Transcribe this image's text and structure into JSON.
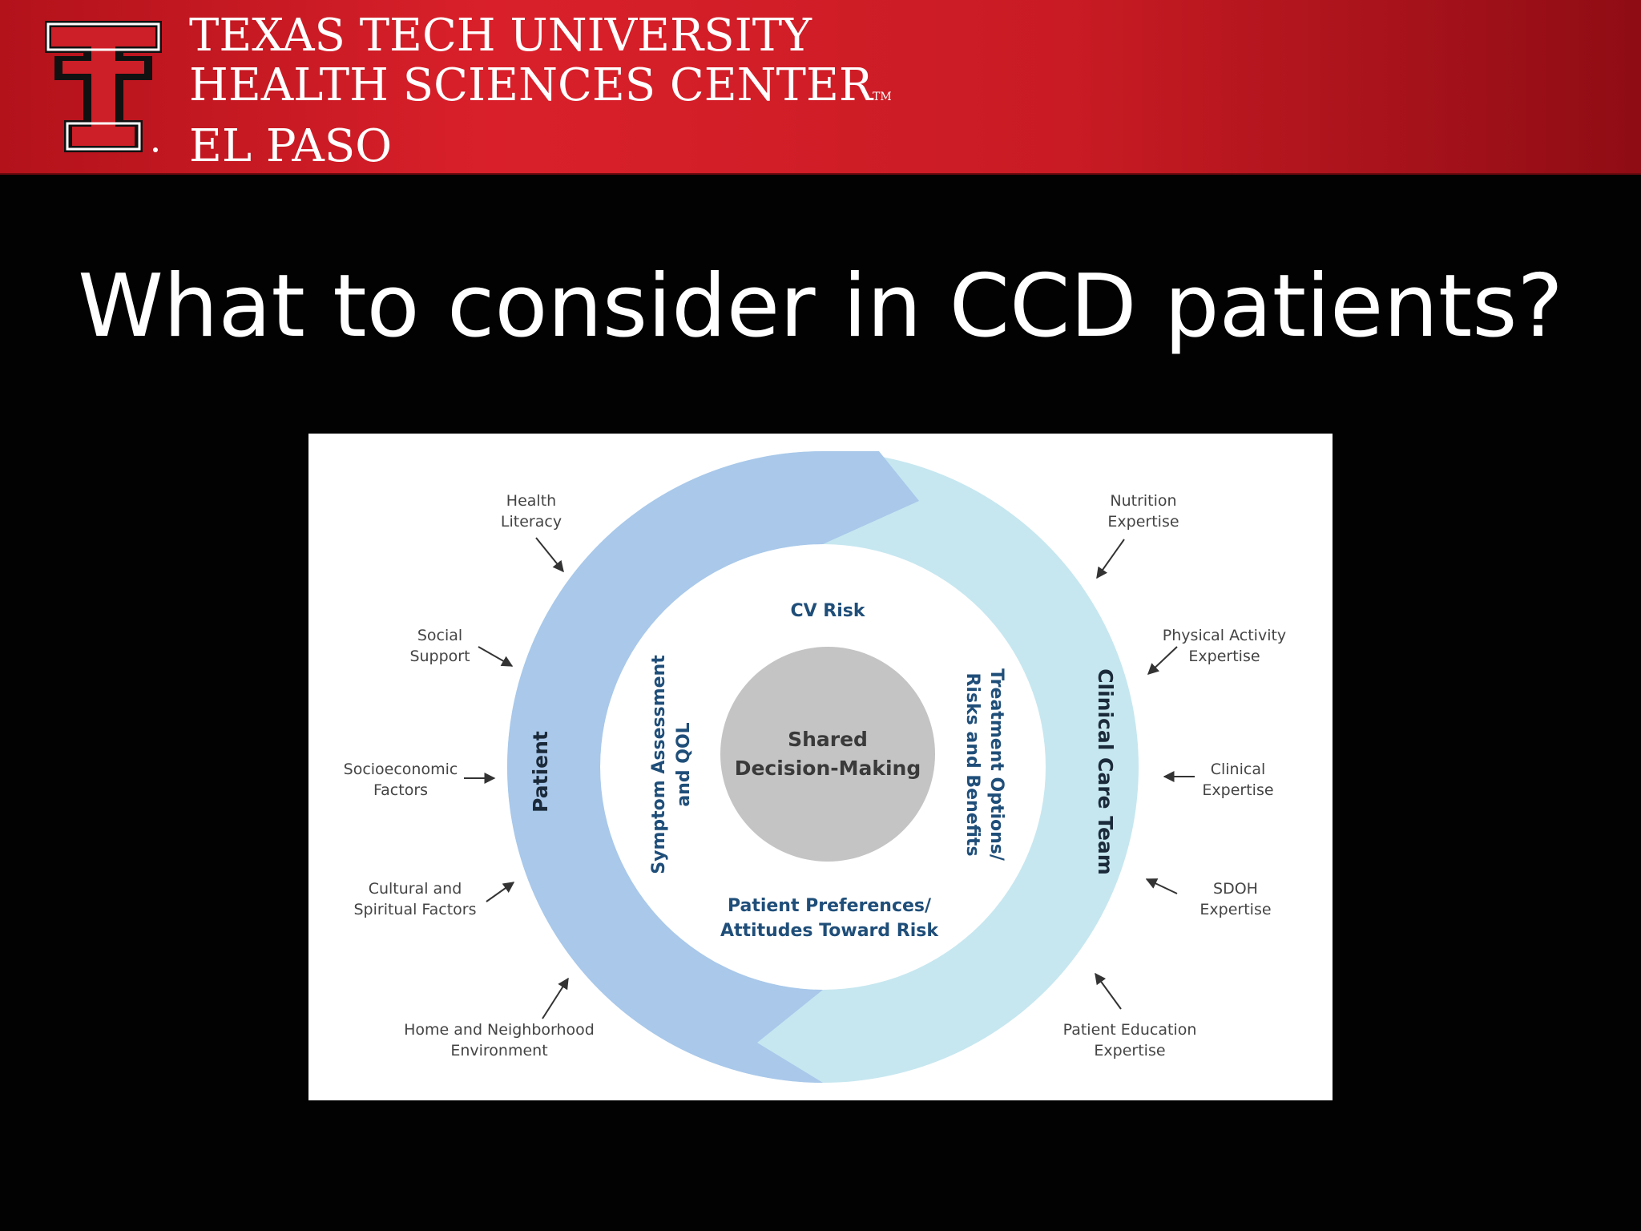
{
  "header": {
    "line1": "TEXAS TECH UNIVERSITY",
    "line2": "HEALTH SCIENCES CENTER",
    "tm": "TM",
    "line3": "EL PASO",
    "logo": "double-t-logo",
    "colors": {
      "banner": "#c91b24",
      "logo_black": "#111111",
      "logo_red": "#cc1f27"
    }
  },
  "slide": {
    "title": "What to consider in CCD patients?"
  },
  "diagram": {
    "center": {
      "line1": "Shared",
      "line2": "Decision-Making"
    },
    "inner": {
      "top": "CV Risk",
      "left_line1": "Symptom Assessment",
      "left_line2": "and QOL",
      "right_line1": "Treatment Options/",
      "right_line2": "Risks and Benefits",
      "bottom_line1": "Patient Preferences/",
      "bottom_line2": "Attitudes Toward Risk"
    },
    "ring": {
      "left_label": "Patient",
      "right_label": "Clinical Care Team"
    },
    "patient_factors": [
      {
        "line1": "Health",
        "line2": "Literacy"
      },
      {
        "line1": "Social",
        "line2": "Support"
      },
      {
        "line1": "Socioeconomic",
        "line2": "Factors"
      },
      {
        "line1": "Cultural and",
        "line2": "Spiritual Factors"
      },
      {
        "line1": "Home and Neighborhood",
        "line2": "Environment"
      }
    ],
    "team_factors": [
      {
        "line1": "Nutrition",
        "line2": "Expertise"
      },
      {
        "line1": "Physical Activity",
        "line2": "Expertise"
      },
      {
        "line1": "Clinical",
        "line2": "Expertise"
      },
      {
        "line1": "SDOH",
        "line2": "Expertise"
      },
      {
        "line1": "Patient Education",
        "line2": "Expertise"
      }
    ],
    "colors": {
      "patient_ring": "#a9c8ea",
      "team_ring": "#c6e7f0",
      "center_circle": "#c4c4c4",
      "inner_text": "#1f4e79",
      "factor_text": "#444444"
    }
  }
}
